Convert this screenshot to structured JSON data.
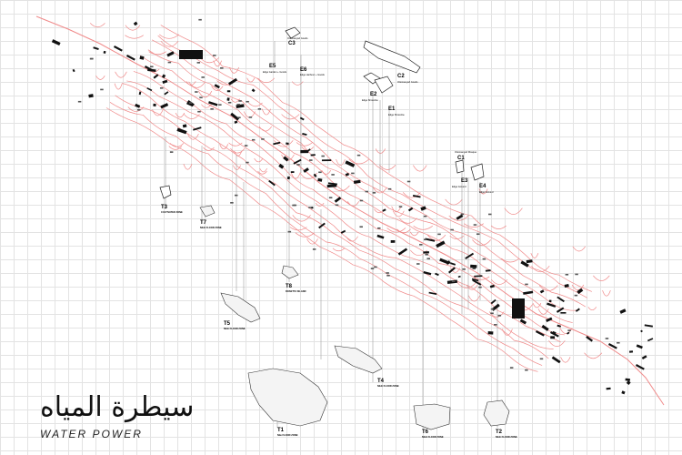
{
  "title": {
    "arabic": "سيطرة المياه",
    "english": "WATER POWER"
  },
  "labels": {
    "C1": {
      "code": "C1",
      "name": "Ottomanyed Mosque"
    },
    "C2": {
      "code": "C2",
      "name": "Ottomanyed Goods"
    },
    "C3": {
      "code": "C3",
      "name": "Ottomanyed Goods"
    },
    "E1": {
      "code": "E1",
      "name": "Edge Shoreline"
    },
    "E2": {
      "code": "E2",
      "name": "Edge Shoreline"
    },
    "E3": {
      "code": "E3",
      "name": "Edge Ground"
    },
    "E4": {
      "code": "E4",
      "name": "Edge Ground"
    },
    "E5": {
      "code": "E5",
      "name": "Edge Garden + Goods"
    },
    "E6": {
      "code": "E6",
      "name": "Edge Harbour + Goods"
    },
    "T1": {
      "code": "T1",
      "name": "Nile FLOOD ZONE"
    },
    "T2": {
      "code": "T2",
      "name": "NILE FLOOD ZONE"
    },
    "T3": {
      "code": "T3",
      "name": "CULTIVATED ZONE"
    },
    "T4": {
      "code": "T4",
      "name": "NILE FLOOD ZONE"
    },
    "T5": {
      "code": "T5",
      "name": "NILE FLOOD ZONE"
    },
    "T6": {
      "code": "T6",
      "name": "NILE FLOOD ZONE"
    },
    "T7": {
      "code": "T7",
      "name": "NILE FLOOD ZONE"
    },
    "T8": {
      "code": "T8",
      "name": "ROSETTA ISLAND"
    }
  },
  "colors": {
    "network": "#f08a8a",
    "grid": "#e3e3e3",
    "ink": "#111111",
    "leader": "#9a9a9a"
  }
}
